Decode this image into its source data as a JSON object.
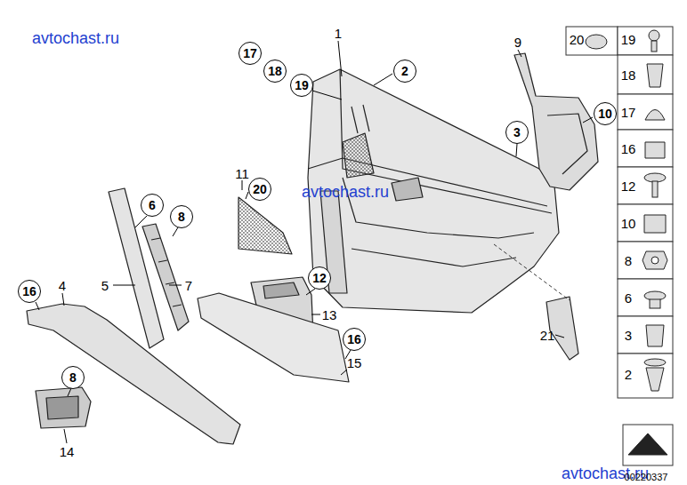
{
  "diagram": {
    "nodes": [
      {
        "text": [
          "17"
        ]
      },
      {
        "text": [
          "18"
        ]
      },
      {
        "text": [
          "19"
        ]
      },
      {
        "text": [
          "2"
        ]
      },
      {
        "text": [
          "10"
        ]
      },
      {
        "text": [
          "3"
        ]
      },
      {
        "text": [
          "20"
        ]
      },
      {
        "text": [
          "6"
        ]
      },
      {
        "text": [
          "8"
        ]
      },
      {
        "text": [
          "16"
        ]
      },
      {
        "text": [
          "12"
        ]
      },
      {
        "text": [
          "16"
        ]
      },
      {
        "text": [
          "8"
        ]
      }
    ],
    "labels": [
      "avtochast.ru",
      "1",
      "9",
      "20",
      "19",
      "18",
      "17",
      "16",
      "12",
      "10",
      "8",
      "6",
      "3",
      "2",
      "11",
      "avtochast.ru",
      "5",
      "7",
      "4",
      "13",
      "15",
      "21",
      "14",
      "avtochast.ru",
      "00220337"
    ]
  }
}
